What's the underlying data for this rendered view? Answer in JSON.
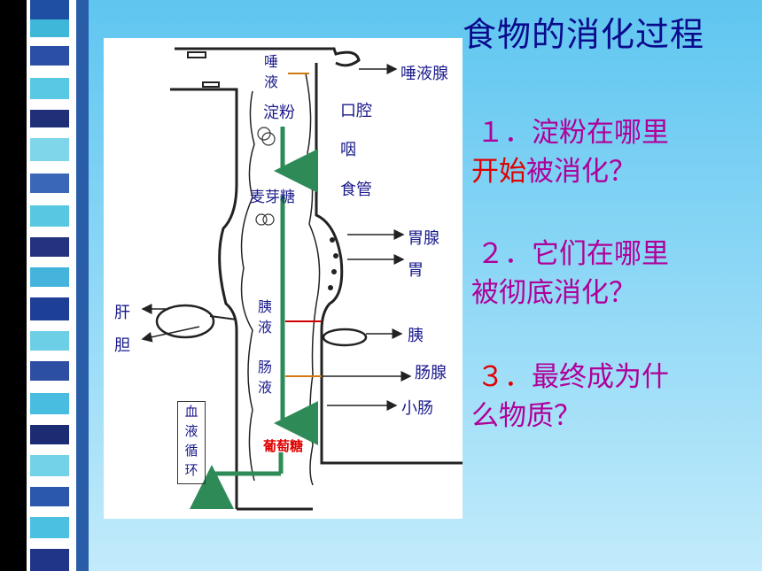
{
  "title": "食物的消化过程",
  "questions": [
    {
      "num": "１．",
      "line1": "淀粉在哪里",
      "line2a": "开始",
      "line2b": "被消化？"
    },
    {
      "num": "２．",
      "line1": "它们在哪里",
      "line2": "被彻底消化？"
    },
    {
      "num": "３．",
      "line1a": "最终成为什",
      "line2": "么物质？"
    }
  ],
  "diagram": {
    "inner": {
      "saliva": "唾液",
      "starch": "淀粉",
      "maltose": "麦芽糖",
      "pancreatic_juice": "胰液",
      "intestinal_juice": "肠液",
      "glucose": "葡萄糖",
      "blood_circulation": "血液循环"
    },
    "right": {
      "salivary_gland": "唾液腺",
      "mouth": "口腔",
      "pharynx": "咽",
      "esophagus": "食管",
      "gastric_gland": "胃腺",
      "stomach": "胃",
      "pancreas": "胰",
      "intestinal_gland": "肠腺",
      "small_intestine": "小肠"
    },
    "left": {
      "liver": "肝",
      "gallbladder": "胆"
    }
  },
  "colors": {
    "title": "#0a0a8c",
    "question_text": "#b0009a",
    "question_highlight": "#e00000",
    "arrow_green": "#2e8b57",
    "arrow_red": "#cc0000",
    "arrow_orange": "#d07a10"
  }
}
